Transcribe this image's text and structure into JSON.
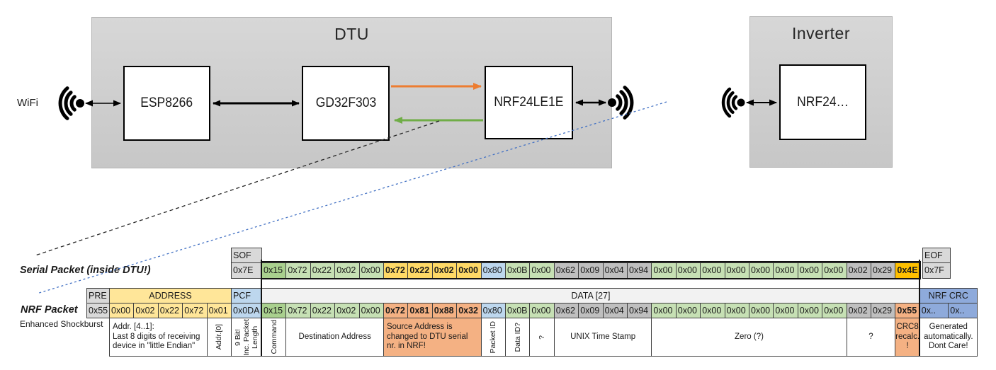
{
  "palette": {
    "command_green": "#a9d08e",
    "light_green": "#c6e0b4",
    "address_yellow": "#ffe699",
    "source_gold": "#ffd966",
    "crc_amber": "#ffc000",
    "pcf_blue": "#bdd7ee",
    "nrf_crc_blue": "#8eaadb",
    "source_salmon": "#f4b183",
    "frame_gray": "#d9d9d9",
    "timestamp_gray": "#bfbfbf",
    "data_gray": "#f2f2f2",
    "orange_arrow": "#ed7d31",
    "green_arrow": "#70ad47",
    "blue_dashed": "#4472c4"
  },
  "diagram": {
    "wifi_label": "WiFi",
    "dtu": {
      "title": "DTU",
      "modules": [
        "ESP8266",
        "GD32F303",
        "NRF24LE1E"
      ]
    },
    "inverter": {
      "title": "Inverter",
      "module": "NRF24…"
    }
  },
  "serial_packet": {
    "label": "Serial Packet (inside DTU!)",
    "sof_header": "SOF",
    "sof_value": "0x7E",
    "eof_header": "EOF",
    "eof_value": "0x7F",
    "bytes": [
      {
        "v": "0x15",
        "c": "g"
      },
      {
        "v": "0x72",
        "c": "lg"
      },
      {
        "v": "0x22",
        "c": "lg"
      },
      {
        "v": "0x02",
        "c": "lg"
      },
      {
        "v": "0x00",
        "c": "lg"
      },
      {
        "v": "0x72",
        "c": "gold",
        "b": true
      },
      {
        "v": "0x22",
        "c": "gold",
        "b": true
      },
      {
        "v": "0x02",
        "c": "gold",
        "b": true
      },
      {
        "v": "0x00",
        "c": "gold",
        "b": true
      },
      {
        "v": "0x80",
        "c": "bl"
      },
      {
        "v": "0x0B",
        "c": "lg"
      },
      {
        "v": "0x00",
        "c": "lg"
      },
      {
        "v": "0x62",
        "c": "gy"
      },
      {
        "v": "0x09",
        "c": "gy"
      },
      {
        "v": "0x04",
        "c": "gy"
      },
      {
        "v": "0x94",
        "c": "gy"
      },
      {
        "v": "0x00",
        "c": "lg"
      },
      {
        "v": "0x00",
        "c": "lg"
      },
      {
        "v": "0x00",
        "c": "lg"
      },
      {
        "v": "0x00",
        "c": "lg"
      },
      {
        "v": "0x00",
        "c": "lg"
      },
      {
        "v": "0x00",
        "c": "lg"
      },
      {
        "v": "0x00",
        "c": "lg"
      },
      {
        "v": "0x00",
        "c": "lg"
      },
      {
        "v": "0x02",
        "c": "gy"
      },
      {
        "v": "0x29",
        "c": "gy"
      },
      {
        "v": "0x4E",
        "c": "amber",
        "b": true
      }
    ]
  },
  "nrf_packet": {
    "label": "NRF Packet",
    "sublabel": "Enhanced Shockburst",
    "pre_header": "PRE",
    "pre_value": "0x55",
    "address_header": "ADDRESS",
    "address_values": [
      "0x00",
      "0x02",
      "0x22",
      "0x72",
      "0x01"
    ],
    "pcf_header": "PCF",
    "pcf_value": "0x0DA",
    "data_header": "DATA [27]",
    "crc_header": "NRF CRC",
    "crc_values": [
      "0x..",
      "0x.."
    ],
    "bytes": [
      {
        "v": "0x15",
        "c": "g"
      },
      {
        "v": "0x72",
        "c": "lg"
      },
      {
        "v": "0x22",
        "c": "lg"
      },
      {
        "v": "0x02",
        "c": "lg"
      },
      {
        "v": "0x00",
        "c": "lg"
      },
      {
        "v": "0x72",
        "c": "sal",
        "b": true
      },
      {
        "v": "0x81",
        "c": "sal",
        "b": true
      },
      {
        "v": "0x88",
        "c": "sal",
        "b": true
      },
      {
        "v": "0x32",
        "c": "sal",
        "b": true
      },
      {
        "v": "0x80",
        "c": "bl"
      },
      {
        "v": "0x0B",
        "c": "lg"
      },
      {
        "v": "0x00",
        "c": "lg"
      },
      {
        "v": "0x62",
        "c": "gy"
      },
      {
        "v": "0x09",
        "c": "gy"
      },
      {
        "v": "0x04",
        "c": "gy"
      },
      {
        "v": "0x94",
        "c": "gy"
      },
      {
        "v": "0x00",
        "c": "lg"
      },
      {
        "v": "0x00",
        "c": "lg"
      },
      {
        "v": "0x00",
        "c": "lg"
      },
      {
        "v": "0x00",
        "c": "lg"
      },
      {
        "v": "0x00",
        "c": "lg"
      },
      {
        "v": "0x00",
        "c": "lg"
      },
      {
        "v": "0x00",
        "c": "lg"
      },
      {
        "v": "0x00",
        "c": "lg"
      },
      {
        "v": "0x02",
        "c": "gy"
      },
      {
        "v": "0x29",
        "c": "gy"
      },
      {
        "v": "0x55",
        "c": "sal",
        "b": true
      }
    ]
  },
  "annotations": [
    {
      "text": "Addr. [4..1]:\nLast 8 digits of receiving\ndevice in \"little Endian\"",
      "span": 4,
      "orient": "h",
      "align": "left",
      "bg": "white"
    },
    {
      "text": "Addr.[0]",
      "span": 1,
      "orient": "v",
      "bg": "white"
    },
    {
      "text": "9 Bit!\nInc. Packet\nLength",
      "span": 1,
      "w": "pcf",
      "orient": "v",
      "bg": "white"
    },
    {
      "text": "Command",
      "span": 1,
      "orient": "v",
      "bg": "white"
    },
    {
      "text": "Destination Address",
      "span": 4,
      "orient": "h",
      "align": "center",
      "bg": "white"
    },
    {
      "text": "Source Address is\nchanged to DTU serial\nnr. in NRF!",
      "span": 4,
      "orient": "h",
      "align": "left",
      "bg": "salmon"
    },
    {
      "text": "Packet ID",
      "span": 1,
      "orient": "v",
      "bg": "white"
    },
    {
      "text": "Data ID?",
      "span": 1,
      "orient": "v",
      "bg": "white"
    },
    {
      "text": "?",
      "span": 1,
      "orient": "v",
      "bg": "white"
    },
    {
      "text": "UNIX Time Stamp",
      "span": 4,
      "orient": "h",
      "align": "center",
      "bg": "white"
    },
    {
      "text": "Zero (?)",
      "span": 8,
      "orient": "h",
      "align": "center",
      "bg": "white"
    },
    {
      "text": "?",
      "span": 2,
      "orient": "h",
      "align": "center",
      "bg": "white"
    },
    {
      "text": "CRC8\nrecalc.\n!",
      "span": 1,
      "orient": "h",
      "align": "center",
      "bg": "salmon"
    },
    {
      "text": "Generated\nautomatically.\nDont Care!",
      "span": 2,
      "w": "crc",
      "orient": "h",
      "align": "center",
      "bg": "white"
    }
  ]
}
